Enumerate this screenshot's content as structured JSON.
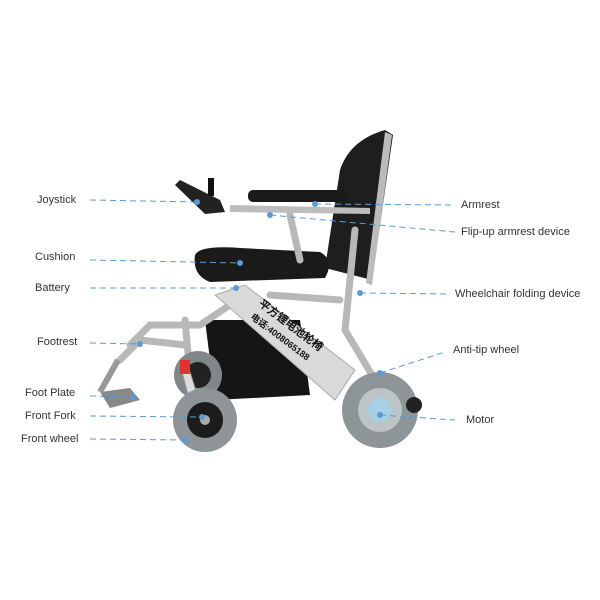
{
  "labels_left": [
    {
      "id": "joystick",
      "text": "Joystick"
    },
    {
      "id": "cushion",
      "text": "Cushion"
    },
    {
      "id": "battery",
      "text": "Battery"
    },
    {
      "id": "footrest",
      "text": "Footrest"
    },
    {
      "id": "foot-plate",
      "text": "Foot Plate"
    },
    {
      "id": "front-fork",
      "text": "Front Fork"
    },
    {
      "id": "front-wheel",
      "text": "Front wheel"
    }
  ],
  "labels_right": [
    {
      "id": "armrest",
      "text": "Armrest"
    },
    {
      "id": "flip-up-armrest",
      "text": "Flip-up armrest device"
    },
    {
      "id": "folding-device",
      "text": "Wheelchair folding device"
    },
    {
      "id": "anti-tip-wheel",
      "text": "Anti-tip wheel"
    },
    {
      "id": "motor",
      "text": "Motor"
    }
  ],
  "frame_text": {
    "brand": "平方锂电池轮椅",
    "phone": "电话:4008065188"
  },
  "colors": {
    "leader": "#5b9bd5",
    "label": "#333333",
    "frame": "#c8c8c8",
    "seat": "#1c1c1c",
    "tire": "#8e9598"
  }
}
